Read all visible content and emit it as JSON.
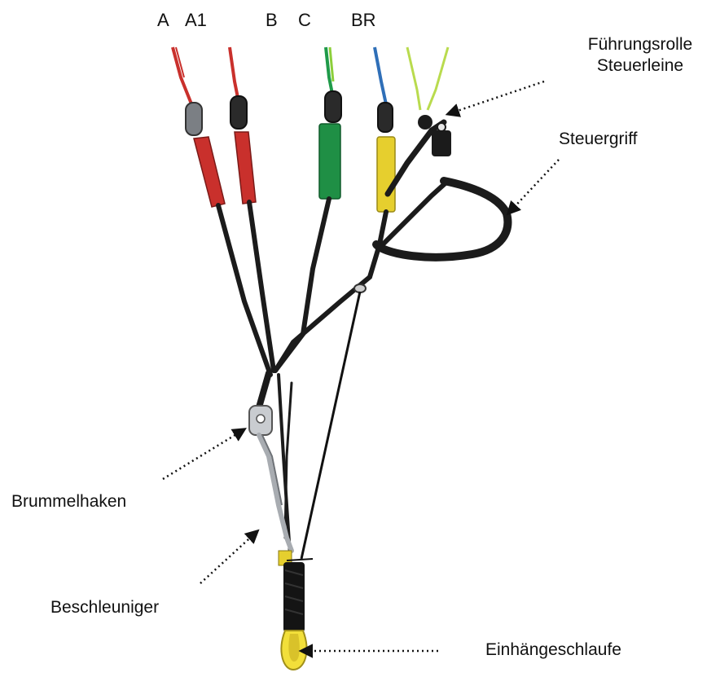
{
  "risers": [
    {
      "label": "A",
      "color": "#c9302c"
    },
    {
      "label": "A1",
      "color": "#c9302c"
    },
    {
      "label": "B",
      "color": "#1f9a49"
    },
    {
      "label": "C",
      "color": "#1f9a49"
    },
    {
      "label": "BR",
      "color": "#2f6fb8"
    }
  ],
  "annotations": {
    "fuehrungsrolle_line1": "Führungsrolle",
    "fuehrungsrolle_line2": "Steuerleine",
    "steuergriff": "Steuergriff",
    "brummelhaken": "Brummelhaken",
    "beschleuniger": "Beschleuniger",
    "einhaengeschlaufe": "Einhängeschlaufe"
  },
  "colors": {
    "strap": "#1b1b1b",
    "red_sleeve": "#c9302c",
    "green_sleeve": "#1f8f45",
    "yellow_sleeve": "#e6cf2e",
    "blue_line": "#2f6fb8",
    "lime_line": "#b9db4e",
    "metal": "#b8bcc0",
    "loop_yellow": "#f2df3a"
  }
}
